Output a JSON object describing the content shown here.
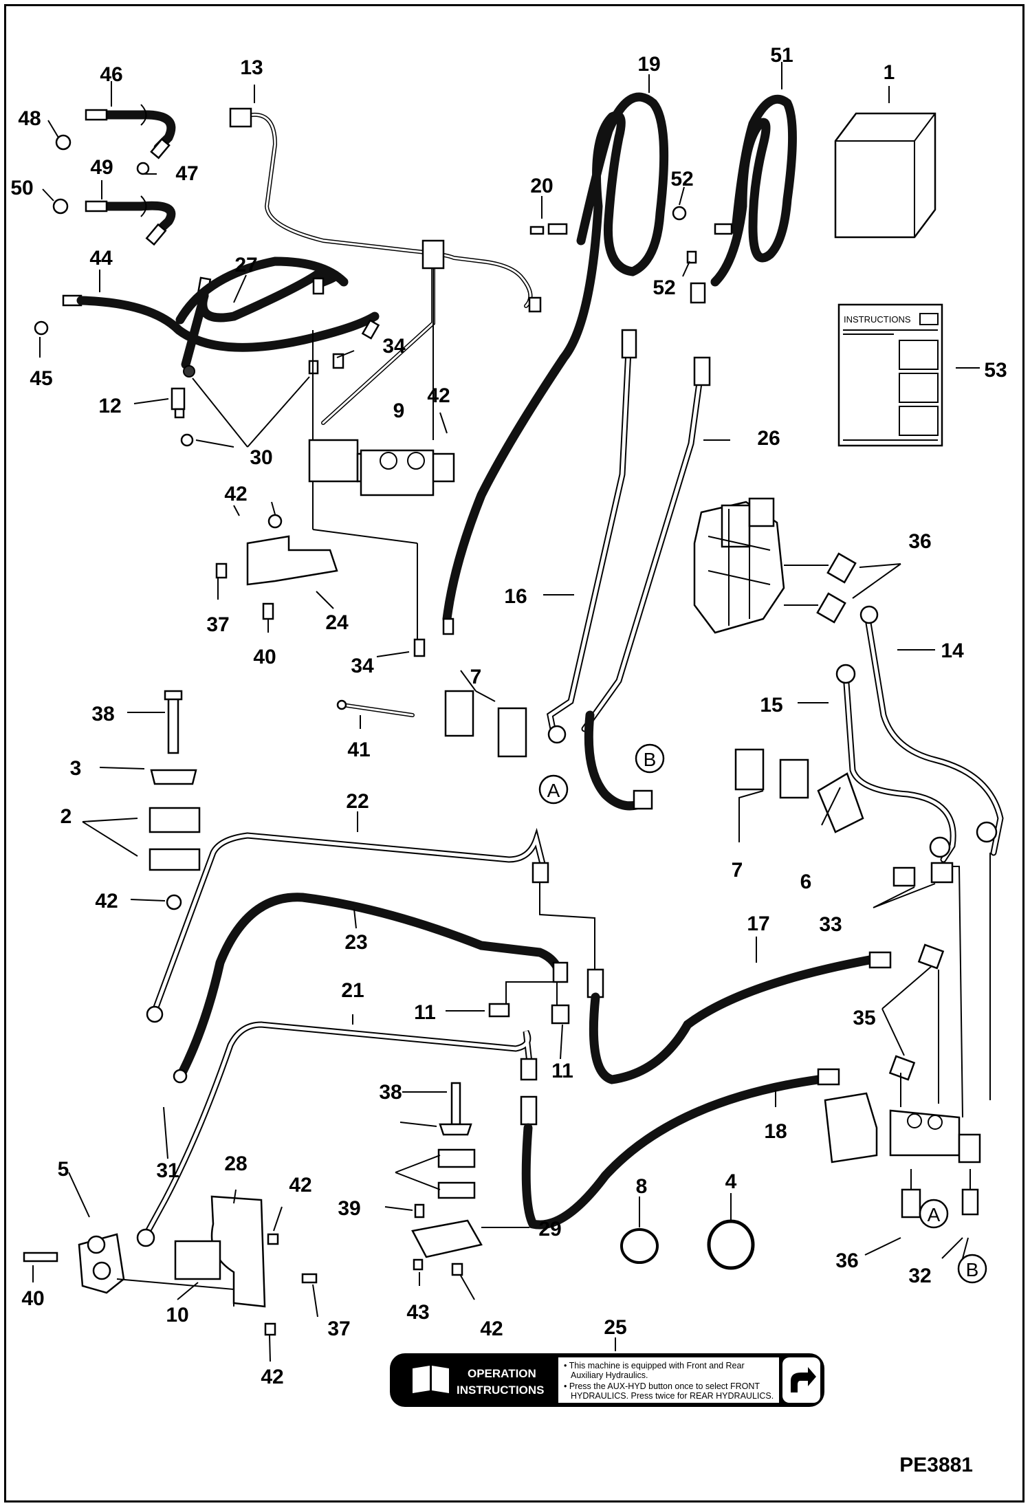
{
  "diagram": {
    "code": "PE3881",
    "callouts": [
      "1",
      "2",
      "3",
      "4",
      "5",
      "6",
      "7",
      "8",
      "9",
      "10",
      "11",
      "12",
      "13",
      "14",
      "15",
      "16",
      "17",
      "18",
      "19",
      "20",
      "21",
      "22",
      "23",
      "24",
      "25",
      "26",
      "27",
      "28",
      "29",
      "30",
      "31",
      "32",
      "33",
      "34",
      "35",
      "36",
      "37",
      "38",
      "39",
      "40",
      "41",
      "42",
      "43",
      "44",
      "45",
      "46",
      "47",
      "48",
      "49",
      "50",
      "51",
      "52",
      "53"
    ],
    "letters": {
      "a": "A",
      "b": "B"
    }
  },
  "instruction_sheet": {
    "title": "INSTRUCTIONS"
  },
  "decal": {
    "heading_line1": "OPERATION",
    "heading_line2": "INSTRUCTIONS",
    "bullet1_line1": "• This machine is equipped with Front and Rear",
    "bullet1_line2": "Auxiliary Hydraulics.",
    "bullet2_line1": "• Press the AUX-HYD button once to select FRONT",
    "bullet2_line2": "HYDRAULICS. Press twice for REAR HYDRAULICS."
  }
}
